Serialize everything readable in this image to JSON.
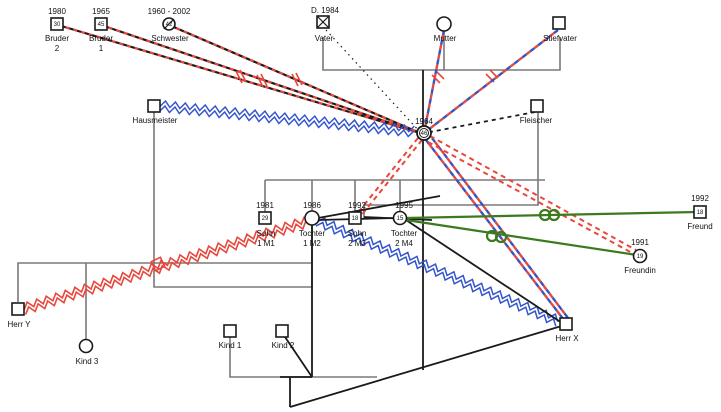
{
  "persons": {
    "bruder2": {
      "year": "1980",
      "age": "30",
      "name1": "Bruder",
      "name2": "2"
    },
    "bruder1": {
      "year": "1965",
      "age": "45",
      "name1": "Bruder",
      "name2": "1"
    },
    "schwester": {
      "year": "1960 - 2002",
      "age": "42",
      "name1": "Schwester"
    },
    "vater": {
      "year": "D. 1984",
      "name1": "Vater"
    },
    "mutter": {
      "name1": "Mutter"
    },
    "stiefvater": {
      "name1": "Stiefvater"
    },
    "hausmeister": {
      "name1": "Hausmeister"
    },
    "index": {
      "year": "1964",
      "age": "46"
    },
    "fleischer": {
      "name1": "Fleischer"
    },
    "sohn1": {
      "year": "1981",
      "age": "29",
      "name1": "Sohn",
      "name2": "1 M1"
    },
    "tochter1": {
      "year": "1986",
      "name1": "Tochter",
      "name2": "1 M2"
    },
    "sohn2": {
      "year": "1992",
      "age": "18",
      "name1": "Sohn",
      "name2": "2 M3"
    },
    "tochter2": {
      "year": "1995",
      "age": "15",
      "name1": "Tochter",
      "name2": "2 M4"
    },
    "freund": {
      "year": "1992",
      "age": "18",
      "name1": "Freund"
    },
    "freundin": {
      "year": "1991",
      "age": "19",
      "name1": "Freundin"
    },
    "herry": {
      "name1": "Herr Y"
    },
    "kind3": {
      "name1": "Kind 3"
    },
    "kind1": {
      "name1": "Kind 1"
    },
    "kind2": {
      "name1": "Kind 2"
    },
    "herrx": {
      "name1": "Herr X"
    }
  },
  "colors": {
    "line": "#1a1a1a",
    "family_line": "#7a7a7a",
    "conflict_red": "#e8473c",
    "close_blue": "#3355cc",
    "green": "#3b7a1e"
  }
}
